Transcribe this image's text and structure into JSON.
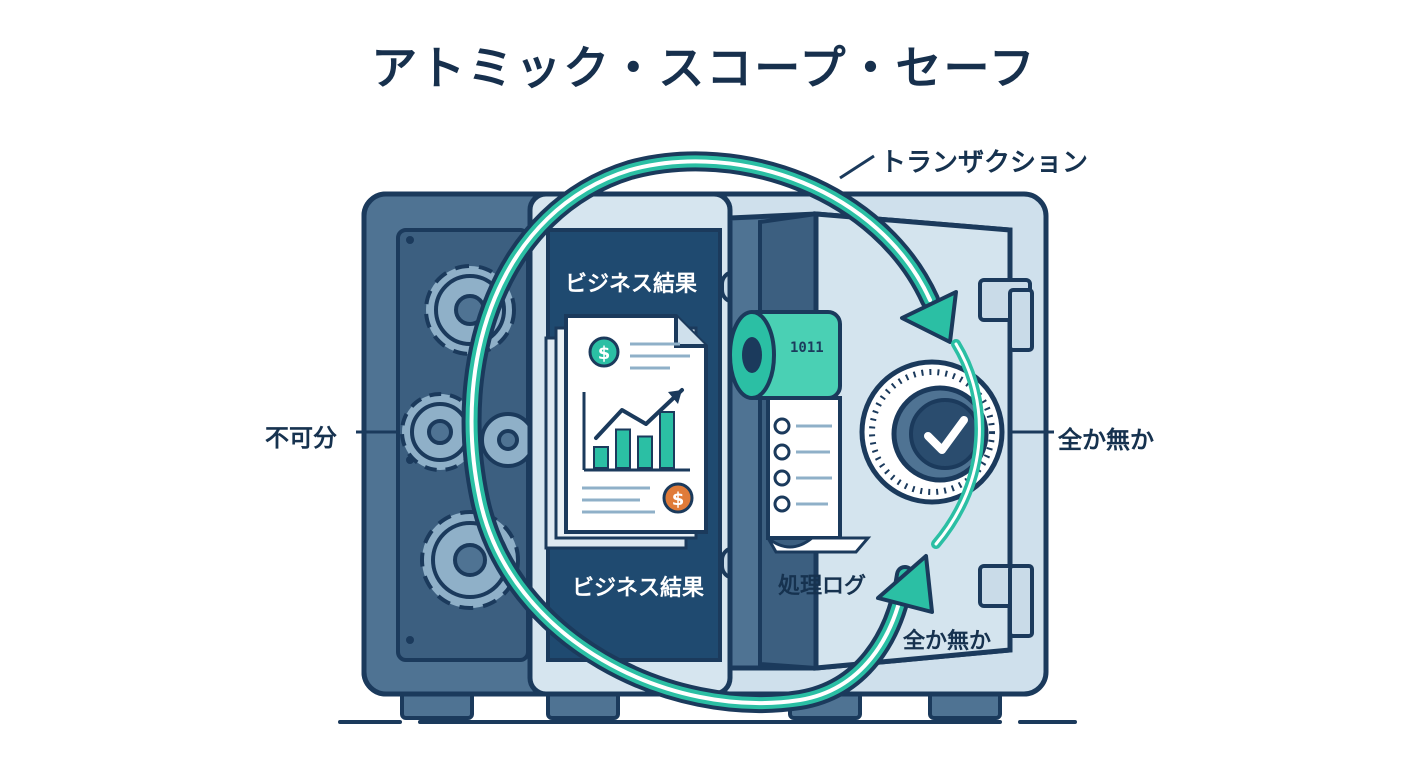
{
  "title": "アトミック・スコープ・セーフ",
  "labels": {
    "transaction": "トランザクション",
    "indivisible": "不可分",
    "all_or_nothing_right": "全か無か",
    "all_or_nothing_door": "全か無か",
    "business_result_top": "ビジネス結果",
    "business_result_bottom": "ビジネス結果",
    "processing_log": "処理ログ"
  },
  "document": {
    "currency_symbol_top": "$",
    "currency_symbol_bottom": "$",
    "bar_chart_levels": [
      0.3,
      0.55,
      0.45,
      0.8
    ]
  },
  "ledger_roll": {
    "binary_text": "1011"
  },
  "colors": {
    "navy": "#1b3a5c",
    "steel": "#4f7393",
    "light_steel": "#c9dbe8",
    "teal": "#2bbfa4",
    "orange": "#e07b39",
    "white": "#ffffff"
  },
  "icons": {
    "gears": "gear-icon",
    "dial_check": "checkmark-icon",
    "arrow": "circular-arrow-icon"
  }
}
